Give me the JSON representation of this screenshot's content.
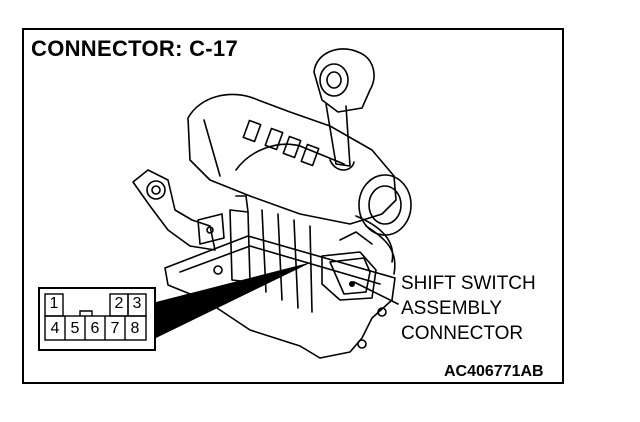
{
  "header": {
    "title": "CONNECTOR: C-17"
  },
  "callout": {
    "line1": "SHIFT SWITCH",
    "line2": "ASSEMBLY",
    "line3": "CONNECTOR"
  },
  "figure_id": "AC406771AB",
  "connector": {
    "pins": [
      "1",
      "2",
      "3",
      "4",
      "5",
      "6",
      "7",
      "8"
    ]
  }
}
